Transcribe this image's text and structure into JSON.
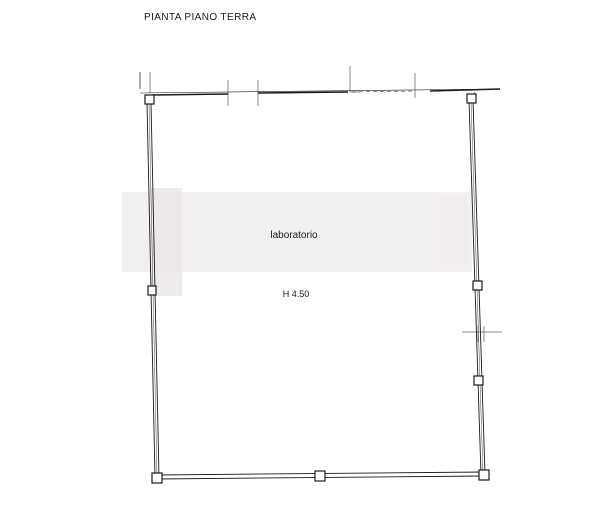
{
  "plan": {
    "title": "PIANTA PIANO TERRA",
    "room": {
      "name": "laboratorio",
      "height_label": "H 4.50"
    }
  },
  "colors": {
    "ink": "#1a1a1a",
    "paper": "#ffffff",
    "smudge": "#eeeaea"
  }
}
